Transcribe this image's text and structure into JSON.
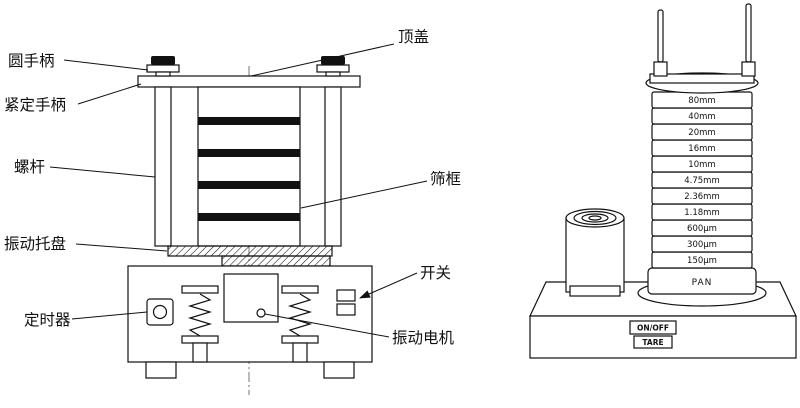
{
  "left_diagram": {
    "labels": {
      "round_handle": "圆手柄",
      "lock_handle": "紧定手柄",
      "screw_rod": "螺杆",
      "vibration_tray": "振动托盘",
      "timer": "定时器",
      "top_cover": "顶盖",
      "sieve_frame": "筛框",
      "switch": "开关",
      "vibration_motor": "振动电机"
    }
  },
  "right_machine": {
    "sieve_labels": [
      "80mm",
      "40mm",
      "20mm",
      "16mm",
      "10mm",
      "4.75mm",
      "2.36mm",
      "1.18mm",
      "600μm",
      "300μm",
      "150μm"
    ],
    "pan_label": "PAN",
    "buttons": {
      "power": "ON/OFF",
      "tare": "TARE"
    }
  },
  "colors": {
    "ink": "#111111",
    "background": "#ffffff"
  }
}
